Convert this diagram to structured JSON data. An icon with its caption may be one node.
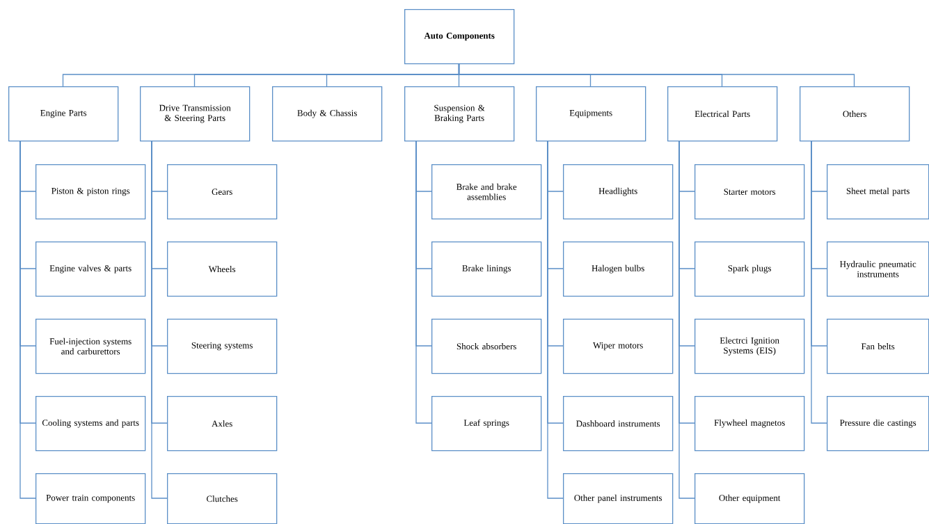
{
  "diagram": {
    "nodes": [
      {
        "text": [
          "Auto Components"
        ]
      },
      {
        "text": [
          "Engine Parts"
        ]
      },
      {
        "text": [
          "Drive Transmission & Steering Parts"
        ]
      },
      {
        "text": [
          "Body & Chassis"
        ]
      },
      {
        "text": [
          "Suspension & Braking Parts"
        ]
      },
      {
        "text": [
          "Equipments"
        ]
      },
      {
        "text": [
          "Electrical Parts"
        ]
      },
      {
        "text": [
          "Others"
        ]
      },
      {
        "text": [
          "Piston & piston rings"
        ]
      },
      {
        "text": [
          "Engine valves & parts"
        ]
      },
      {
        "text": [
          "Fuel-injection systems and carburettors"
        ]
      },
      {
        "text": [
          "Cooling systems and parts"
        ]
      },
      {
        "text": [
          "Power train components"
        ]
      },
      {
        "text": [
          "Gears"
        ]
      },
      {
        "text": [
          "Wheels"
        ]
      },
      {
        "text": [
          "Steering systems"
        ]
      },
      {
        "text": [
          "Axles"
        ]
      },
      {
        "text": [
          "Clutches"
        ]
      },
      {
        "text": [
          "Brake and brake assemblies"
        ]
      },
      {
        "text": [
          "Brake linings"
        ]
      },
      {
        "text": [
          "Shock absorbers"
        ]
      },
      {
        "text": [
          "Leaf springs"
        ]
      },
      {
        "text": [
          "Headlights"
        ]
      },
      {
        "text": [
          "Halogen bulbs"
        ]
      },
      {
        "text": [
          "Wiper motors"
        ]
      },
      {
        "text": [
          "Dashboard instruments"
        ]
      },
      {
        "text": [
          "Other panel instruments"
        ]
      },
      {
        "text": [
          "Starter motors"
        ]
      },
      {
        "text": [
          "Spark plugs"
        ]
      },
      {
        "text": [
          "Electrci Ignition Systems (EIS)"
        ]
      },
      {
        "text": [
          "Flywheel magnetos"
        ]
      },
      {
        "text": [
          "Other equipment"
        ]
      },
      {
        "text": [
          "Sheet metal parts"
        ]
      },
      {
        "text": [
          "Hydraulic pneumatic instruments"
        ]
      },
      {
        "text": [
          "Fan belts"
        ]
      },
      {
        "text": [
          "Pressure die castings"
        ]
      }
    ],
    "edges": [
      {
        "from": 0,
        "to": 1,
        "arrow": "none"
      },
      {
        "from": 0,
        "to": 2,
        "arrow": "none"
      },
      {
        "from": 0,
        "to": 3,
        "arrow": "none"
      },
      {
        "from": 0,
        "to": 4,
        "arrow": "none"
      },
      {
        "from": 0,
        "to": 5,
        "arrow": "none"
      },
      {
        "from": 0,
        "to": 6,
        "arrow": "none"
      },
      {
        "from": 0,
        "to": 7,
        "arrow": "none"
      },
      {
        "from": 1,
        "to": 8,
        "arrow": "none"
      },
      {
        "from": 1,
        "to": 9,
        "arrow": "none"
      },
      {
        "from": 1,
        "to": 10,
        "arrow": "none"
      },
      {
        "from": 1,
        "to": 11,
        "arrow": "none"
      },
      {
        "from": 1,
        "to": 12,
        "arrow": "none"
      },
      {
        "from": 2,
        "to": 13,
        "arrow": "none"
      },
      {
        "from": 2,
        "to": 14,
        "arrow": "none"
      },
      {
        "from": 2,
        "to": 15,
        "arrow": "none"
      },
      {
        "from": 2,
        "to": 16,
        "arrow": "none"
      },
      {
        "from": 2,
        "to": 17,
        "arrow": "none"
      },
      {
        "from": 4,
        "to": 18,
        "arrow": "none"
      },
      {
        "from": 4,
        "to": 19,
        "arrow": "none"
      },
      {
        "from": 4,
        "to": 20,
        "arrow": "none"
      },
      {
        "from": 4,
        "to": 21,
        "arrow": "none"
      },
      {
        "from": 5,
        "to": 22,
        "arrow": "none"
      },
      {
        "from": 5,
        "to": 23,
        "arrow": "none"
      },
      {
        "from": 5,
        "to": 24,
        "arrow": "none"
      },
      {
        "from": 5,
        "to": 25,
        "arrow": "none"
      },
      {
        "from": 5,
        "to": 26,
        "arrow": "none"
      },
      {
        "from": 6,
        "to": 27,
        "arrow": "none"
      },
      {
        "from": 6,
        "to": 28,
        "arrow": "none"
      },
      {
        "from": 6,
        "to": 29,
        "arrow": "none"
      },
      {
        "from": 6,
        "to": 30,
        "arrow": "none"
      },
      {
        "from": 6,
        "to": 31,
        "arrow": "none"
      },
      {
        "from": 7,
        "to": 32,
        "arrow": "none"
      },
      {
        "from": 7,
        "to": 33,
        "arrow": "none"
      },
      {
        "from": 7,
        "to": 34,
        "arrow": "none"
      },
      {
        "from": 7,
        "to": 35,
        "arrow": "none"
      }
    ]
  }
}
